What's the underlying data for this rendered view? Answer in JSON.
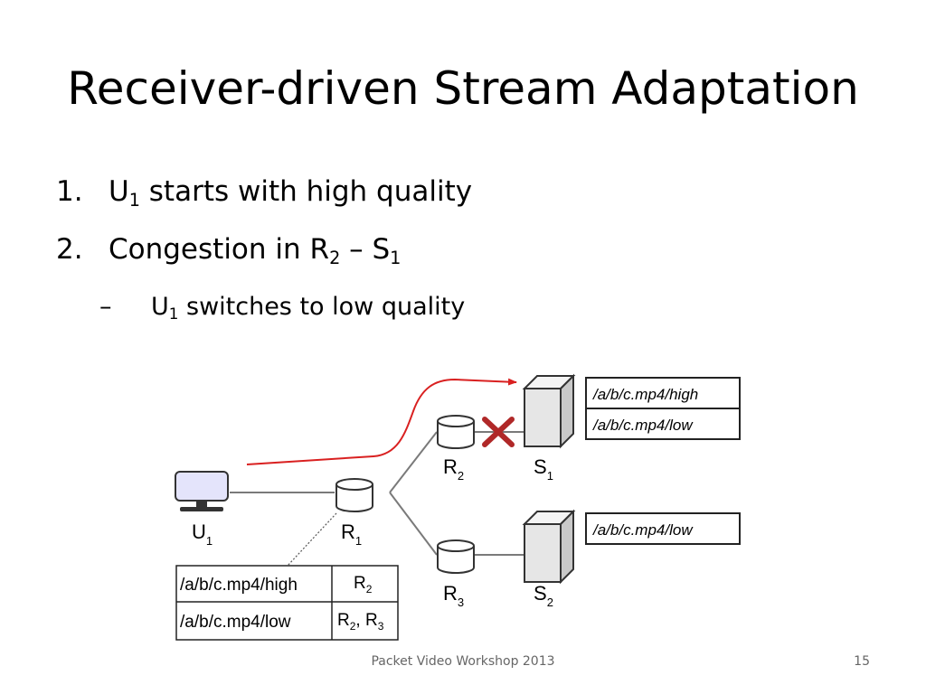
{
  "slide": {
    "title": "Receiver-driven Stream Adaptation",
    "bullets": [
      {
        "number": "1.",
        "text_before": "U",
        "sub": "1",
        "text_after": " starts with high quality"
      },
      {
        "number": "2.",
        "text_before": "Congestion in R",
        "sub": "2",
        "mid": " – S",
        "sub2": "1"
      }
    ],
    "subbullet": {
      "dash": "–",
      "text_before": "U",
      "sub": "1",
      "text_after": " switches to low quality"
    },
    "footer": "Packet Video Workshop 2013",
    "page_number": "15"
  },
  "diagram": {
    "nodes": {
      "user": {
        "label": "U",
        "sub": "1"
      },
      "r1": {
        "label": "R",
        "sub": "1"
      },
      "r2": {
        "label": "R",
        "sub": "2"
      },
      "r3": {
        "label": "R",
        "sub": "3"
      },
      "s1": {
        "label": "S",
        "sub": "1"
      },
      "s2": {
        "label": "S",
        "sub": "2"
      }
    },
    "s1_contents": [
      "/a/b/c.mp4/high",
      "/a/b/c.mp4/low"
    ],
    "s2_contents": [
      "/a/b/c.mp4/low"
    ],
    "fib_table": {
      "rows": [
        {
          "name": "/a/b/c.mp4/high",
          "face_a": "R",
          "face_a_sub": "2",
          "face_sep": "",
          "face_b": "",
          "face_b_sub": ""
        },
        {
          "name": "/a/b/c.mp4/low",
          "face_a": "R",
          "face_a_sub": "2",
          "face_sep": ", ",
          "face_b": "R",
          "face_b_sub": "3"
        }
      ]
    },
    "colors": {
      "path_arrow": "#d92020",
      "congestion_x": "#b02828",
      "monitor_screen": "#e4e4fb",
      "server_fill": "#e6e6e6"
    }
  }
}
